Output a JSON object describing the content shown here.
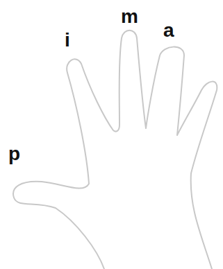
{
  "diagram": {
    "labels": [
      "i",
      "m",
      "a",
      "p"
    ]
  }
}
